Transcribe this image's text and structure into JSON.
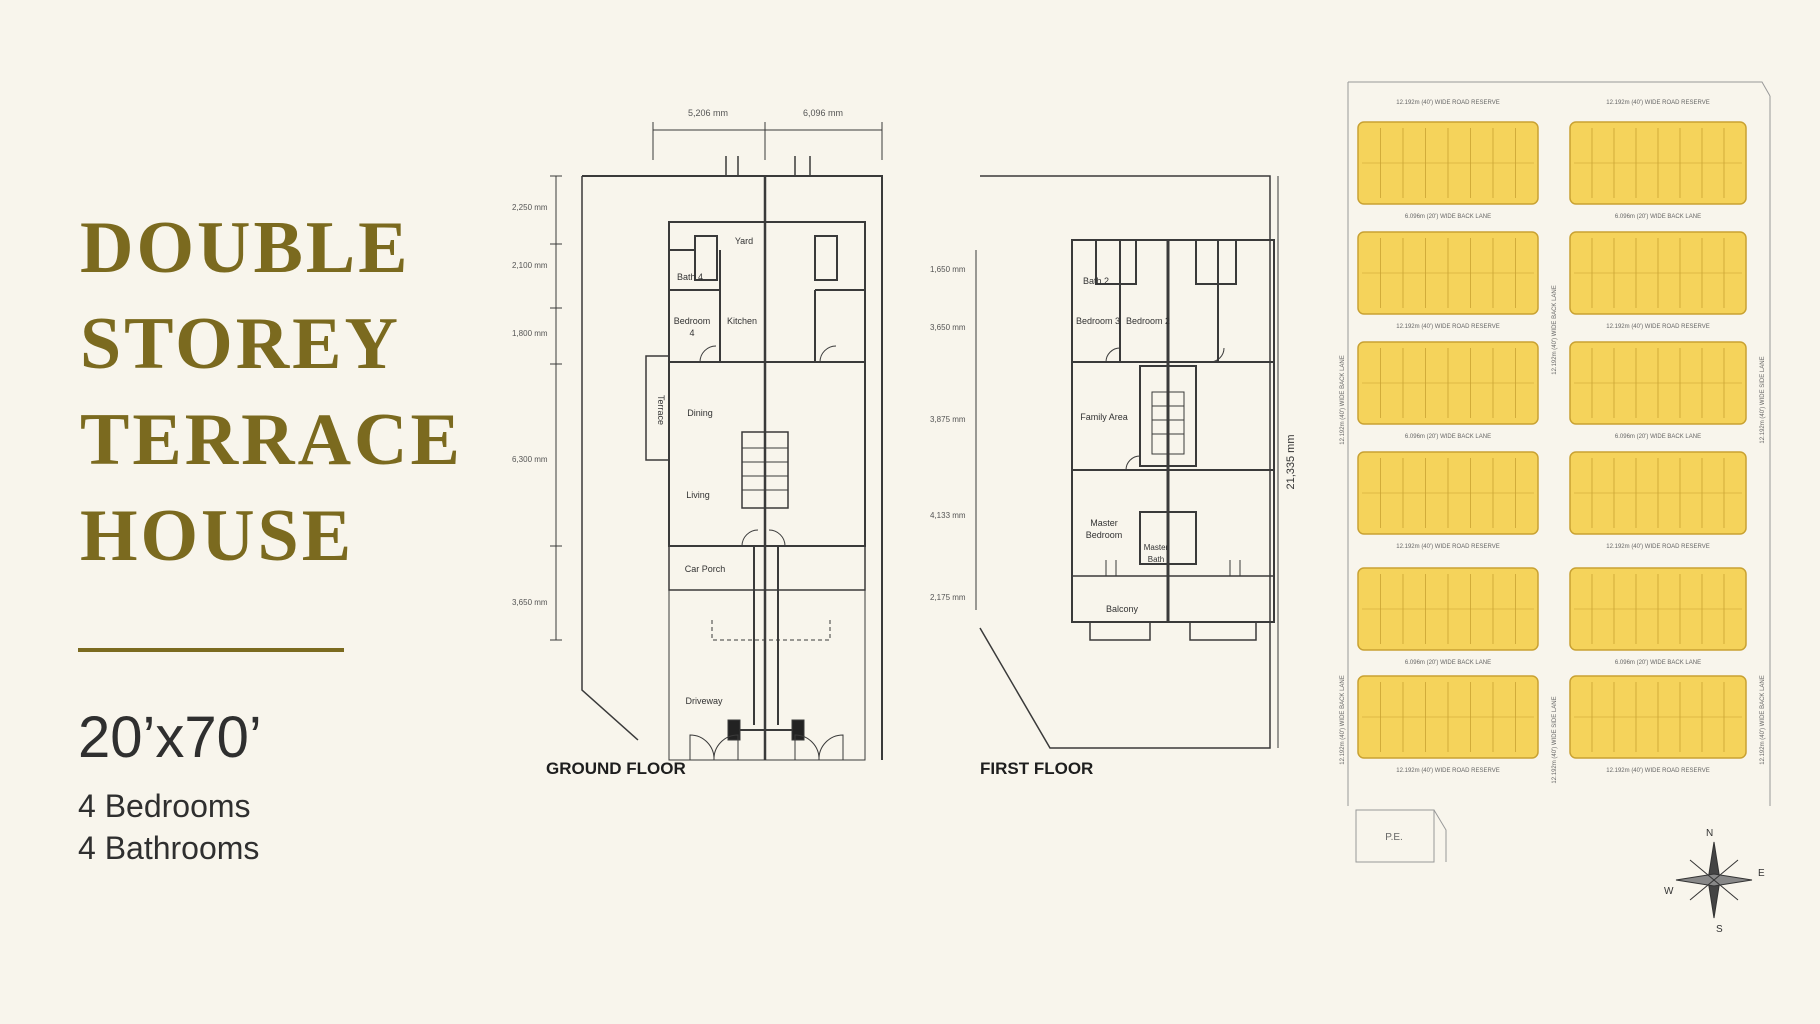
{
  "heading": {
    "lines": [
      "DOUBLE",
      "STOREY",
      "TERRACE",
      "HOUSE"
    ],
    "size": "20’x70’",
    "bedrooms": "4 Bedrooms",
    "bathrooms": "4 Bathrooms"
  },
  "ground_floor": {
    "label": "GROUND FLOOR",
    "dim_top_left": "5,206 mm",
    "dim_top_right": "6,096 mm",
    "dims_side": [
      "2,250 mm",
      "2,100 mm",
      "1,800 mm",
      "6,300 mm",
      "3,650 mm"
    ],
    "rooms": {
      "yard": "Yard",
      "bath": "Bath 4",
      "bedroom": "Bedroom",
      "bedroom_num": "4",
      "kitchen": "Kitchen",
      "terrace": "Terrace",
      "dining": "Dining",
      "living": "Living",
      "car_porch": "Car Porch",
      "driveway": "Driveway"
    }
  },
  "first_floor": {
    "label": "FIRST FLOOR",
    "total_dim": "21,335 mm",
    "dims_side": [
      "1,650 mm",
      "3,650 mm",
      "3,875 mm",
      "4,133 mm",
      "2,175 mm"
    ],
    "rooms": {
      "bath2": "Bath 2",
      "bedroom3": "Bedroom 3",
      "bedroom2": "Bedroom 2",
      "family": "Family Area",
      "master": "Master",
      "master2": "Bedroom",
      "mbath1": "Master",
      "mbath2": "Bath",
      "balcony": "Balcony"
    }
  },
  "site_plan": {
    "road_reserve": "12.192m (40') WIDE ROAD RESERVE",
    "back_lane": "6.096m (20') WIDE BACK LANE",
    "side_lane": "12.192m (40') WIDE BACK LANE",
    "side_road": "12.192m (40') WIDE SIDE LANE",
    "pe": "P.E.",
    "compass": {
      "n": "N",
      "e": "E",
      "s": "S",
      "w": "W"
    },
    "lot_fill": "#f5d35b",
    "lot_stroke": "#c9a233"
  },
  "colors": {
    "gold": "#7b6a1f",
    "background": "#f8f5ec",
    "line": "#3a3a3a"
  }
}
